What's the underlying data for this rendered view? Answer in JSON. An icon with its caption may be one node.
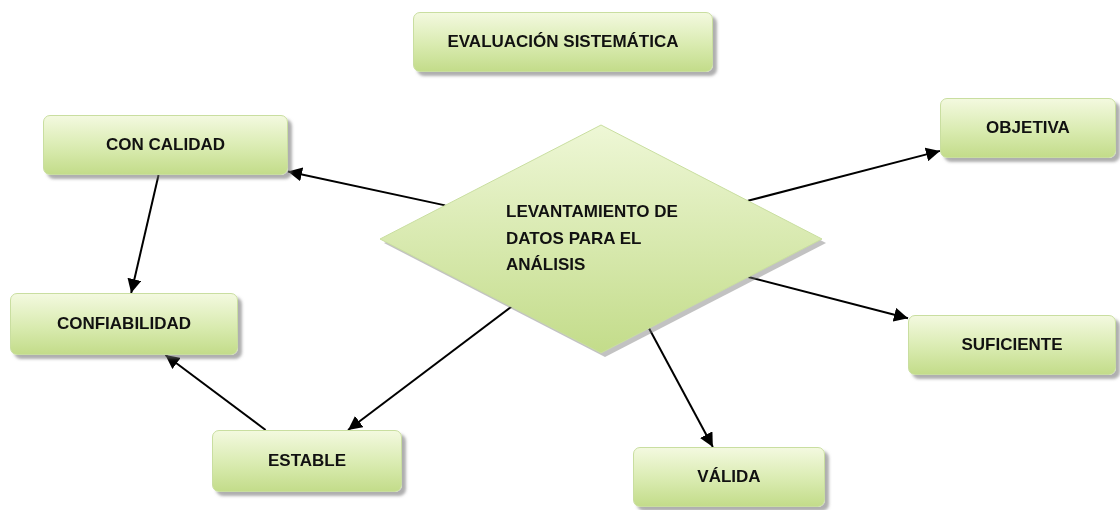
{
  "diagram": {
    "nodes": [
      {
        "text": [
          "EVALUACIÓN SISTEMÁTICA"
        ]
      },
      {
        "text": [
          "CON CALIDAD"
        ]
      },
      {
        "text": [
          "LEVANTAMIENTO DE DATOS PARA EL ANÁLISIS"
        ]
      },
      {
        "text": [
          "OBJETIVA"
        ]
      },
      {
        "text": [
          "**CONFIABILIDA**D"
        ]
      },
      {
        "text": [
          "SUFICIENTE"
        ]
      },
      {
        "text": [
          "ESTABLE"
        ]
      },
      {
        "text": [
          "VÁLIDA"
        ]
      }
    ],
    "edges": [
      {
        "from": 2,
        "to": 1,
        "arrow": "to"
      },
      {
        "from": 2,
        "to": 3,
        "arrow": "to"
      },
      {
        "from": 1,
        "to": 4,
        "arrow": "to"
      },
      {
        "from": 2,
        "to": 5,
        "arrow": "to"
      },
      {
        "from": 2,
        "to": 6,
        "arrow": "to"
      },
      {
        "from": 2,
        "to": 7,
        "arrow": "to"
      },
      {
        "from": 6,
        "to": 4,
        "arrow": "to"
      }
    ]
  }
}
